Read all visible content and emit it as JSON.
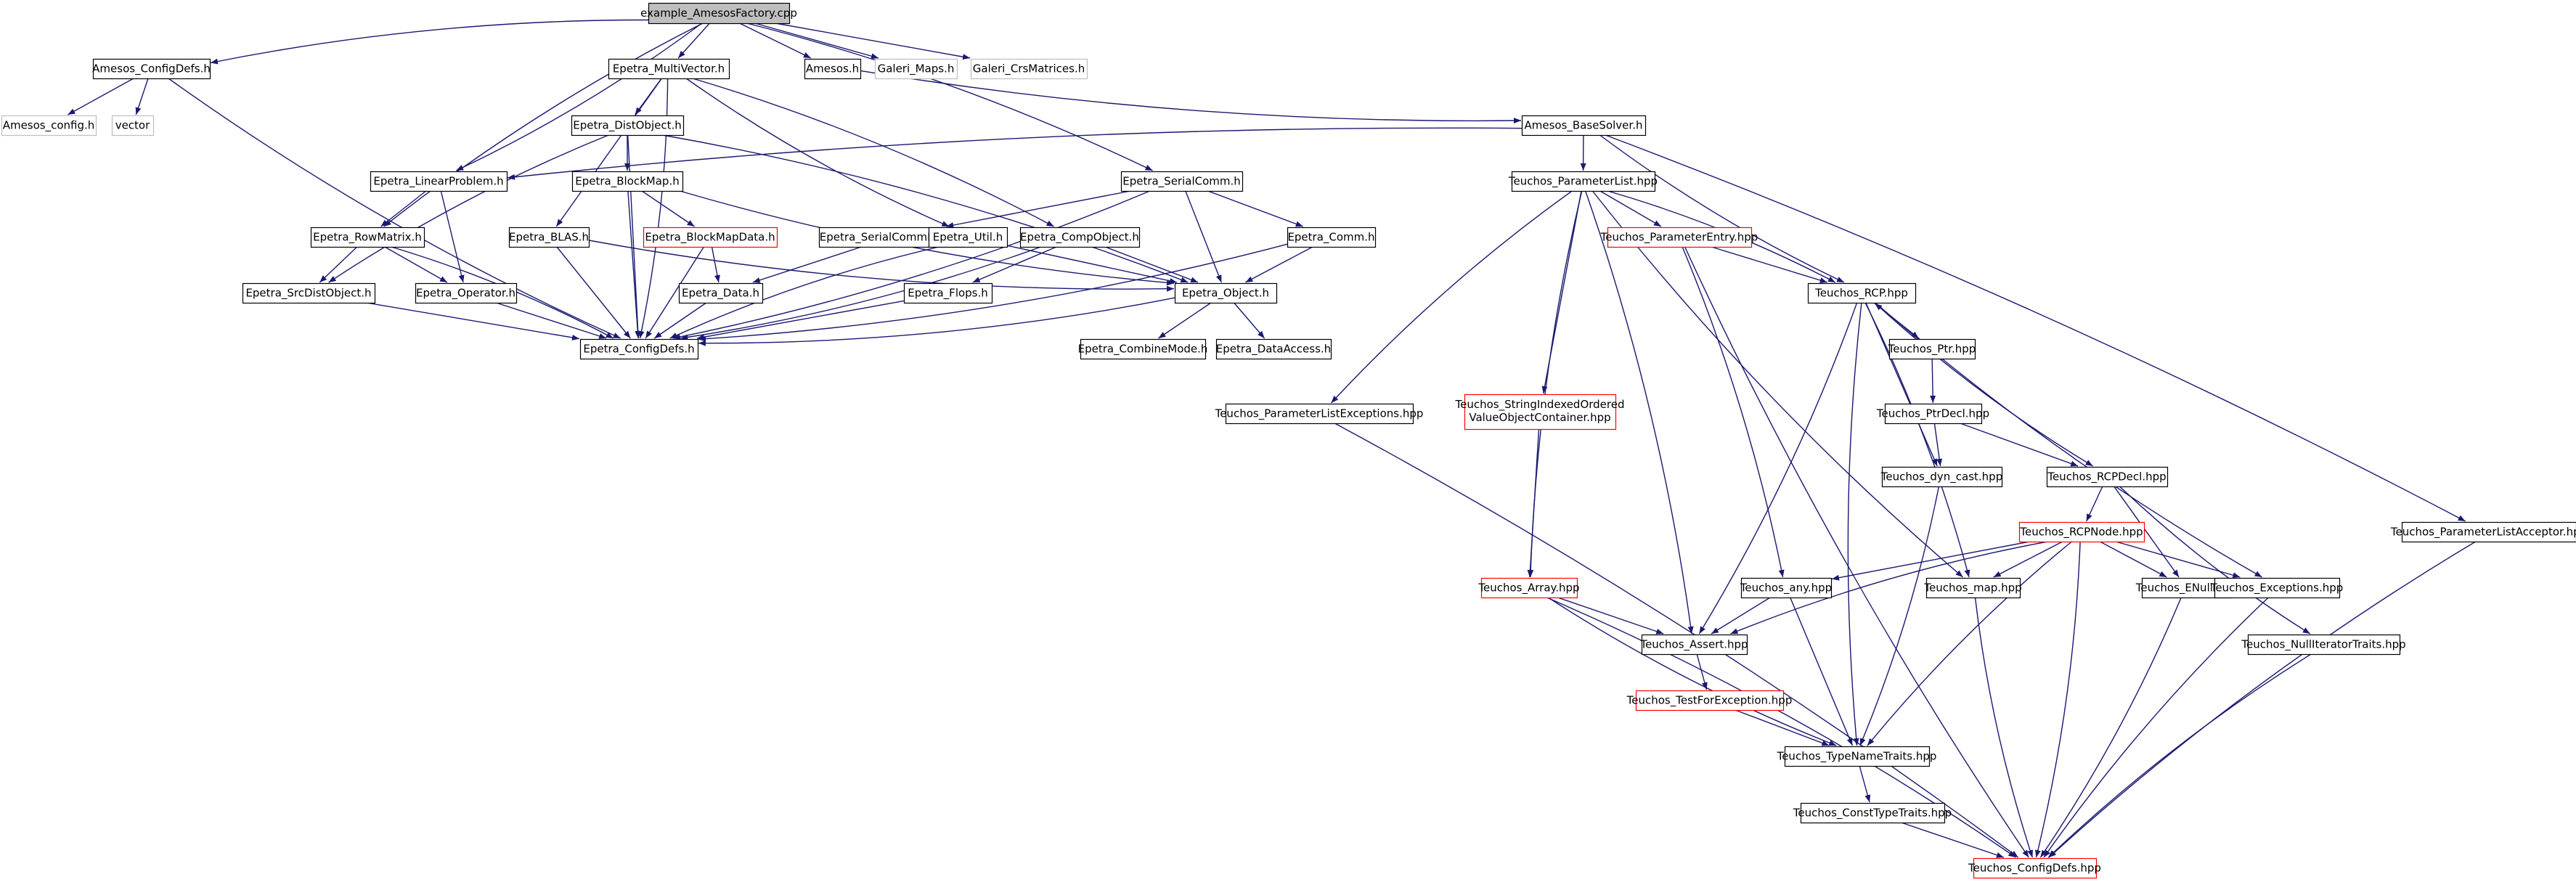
{
  "colors": {
    "edge": "#191970",
    "root_fill": "#bfbfbf",
    "node_border": "#000000",
    "red_border": "#ff0000",
    "grey_border": "#bfbfbf",
    "grey_text": "#7f7f7f",
    "text": "#000000"
  },
  "nodes": [
    {
      "id": "root",
      "label": "example_AmesosFactory.cpp",
      "style": "root"
    },
    {
      "id": "amesos_configdefs",
      "label": "Amesos_ConfigDefs.h",
      "style": "black"
    },
    {
      "id": "amesos_config",
      "label": "Amesos_config.h",
      "style": "grey"
    },
    {
      "id": "vector",
      "label": "vector",
      "style": "grey"
    },
    {
      "id": "epetra_multivector",
      "label": "Epetra_MultiVector.h",
      "style": "black"
    },
    {
      "id": "amesos_h",
      "label": "Amesos.h",
      "style": "black"
    },
    {
      "id": "galeri_maps",
      "label": "Galeri_Maps.h",
      "style": "grey"
    },
    {
      "id": "galeri_crs",
      "label": "Galeri_CrsMatrices.h",
      "style": "grey"
    },
    {
      "id": "epetra_distobject",
      "label": "Epetra_DistObject.h",
      "style": "black"
    },
    {
      "id": "amesos_basesolver",
      "label": "Amesos_BaseSolver.h",
      "style": "black"
    },
    {
      "id": "epetra_linearproblem",
      "label": "Epetra_LinearProblem.h",
      "style": "black"
    },
    {
      "id": "epetra_blockmap",
      "label": "Epetra_BlockMap.h",
      "style": "black"
    },
    {
      "id": "epetra_serialcomm",
      "label": "Epetra_SerialComm.h",
      "style": "black"
    },
    {
      "id": "teuchos_parameterlist",
      "label": "Teuchos_ParameterList.hpp",
      "style": "black"
    },
    {
      "id": "epetra_rowmatrix",
      "label": "Epetra_RowMatrix.h",
      "style": "black"
    },
    {
      "id": "epetra_blas",
      "label": "Epetra_BLAS.h",
      "style": "black"
    },
    {
      "id": "epetra_blockmapdata",
      "label": "Epetra_BlockMapData.h",
      "style": "red"
    },
    {
      "id": "epetra_serialcommdata",
      "label": "Epetra_SerialCommData.h",
      "style": "black"
    },
    {
      "id": "epetra_util",
      "label": "Epetra_Util.h",
      "style": "black"
    },
    {
      "id": "epetra_compobject",
      "label": "Epetra_CompObject.h",
      "style": "black"
    },
    {
      "id": "epetra_comm",
      "label": "Epetra_Comm.h",
      "style": "black"
    },
    {
      "id": "teuchos_parameterentry",
      "label": "Teuchos_ParameterEntry.hpp",
      "style": "red"
    },
    {
      "id": "epetra_srcdistobject",
      "label": "Epetra_SrcDistObject.h",
      "style": "black"
    },
    {
      "id": "epetra_operator",
      "label": "Epetra_Operator.h",
      "style": "black"
    },
    {
      "id": "epetra_data",
      "label": "Epetra_Data.h",
      "style": "black"
    },
    {
      "id": "epetra_flops",
      "label": "Epetra_Flops.h",
      "style": "black"
    },
    {
      "id": "epetra_object",
      "label": "Epetra_Object.h",
      "style": "black"
    },
    {
      "id": "teuchos_rcp",
      "label": "Teuchos_RCP.hpp",
      "style": "black"
    },
    {
      "id": "epetra_configdefs",
      "label": "Epetra_ConfigDefs.h",
      "style": "black"
    },
    {
      "id": "epetra_combinemode",
      "label": "Epetra_CombineMode.h",
      "style": "black"
    },
    {
      "id": "epetra_dataaccess",
      "label": "Epetra_DataAccess.h",
      "style": "black"
    },
    {
      "id": "teuchos_ptr",
      "label": "Teuchos_Ptr.hpp",
      "style": "black"
    },
    {
      "id": "teuchos_plexceptions",
      "label": "Teuchos_ParameterListExceptions.hpp",
      "style": "black"
    },
    {
      "id": "teuchos_stringindexed",
      "label": "Teuchos_StringIndexedOrdered",
      "label2": "ValueObjectContainer.hpp",
      "style": "red"
    },
    {
      "id": "teuchos_ptrdecl",
      "label": "Teuchos_PtrDecl.hpp",
      "style": "black"
    },
    {
      "id": "teuchos_dyncast",
      "label": "Teuchos_dyn_cast.hpp",
      "style": "black"
    },
    {
      "id": "teuchos_rcpdecl",
      "label": "Teuchos_RCPDecl.hpp",
      "style": "black"
    },
    {
      "id": "teuchos_rcpnode",
      "label": "Teuchos_RCPNode.hpp",
      "style": "red"
    },
    {
      "id": "teuchos_placceptor",
      "label": "Teuchos_ParameterListAcceptor.hpp",
      "style": "black"
    },
    {
      "id": "teuchos_array",
      "label": "Teuchos_Array.hpp",
      "style": "red"
    },
    {
      "id": "teuchos_any",
      "label": "Teuchos_any.hpp",
      "style": "black"
    },
    {
      "id": "teuchos_map",
      "label": "Teuchos_map.hpp",
      "style": "black"
    },
    {
      "id": "teuchos_enull",
      "label": "Teuchos_ENull.hpp",
      "style": "black"
    },
    {
      "id": "teuchos_exceptions",
      "label": "Teuchos_Exceptions.hpp",
      "style": "black"
    },
    {
      "id": "teuchos_assert",
      "label": "Teuchos_Assert.hpp",
      "style": "black"
    },
    {
      "id": "teuchos_nulliter",
      "label": "Teuchos_NullIteratorTraits.hpp",
      "style": "black"
    },
    {
      "id": "teuchos_testforexc",
      "label": "Teuchos_TestForException.hpp",
      "style": "red"
    },
    {
      "id": "teuchos_typenametraits",
      "label": "Teuchos_TypeNameTraits.hpp",
      "style": "black"
    },
    {
      "id": "teuchos_consttypetraits",
      "label": "Teuchos_ConstTypeTraits.hpp",
      "style": "black"
    },
    {
      "id": "teuchos_configdefs",
      "label": "Teuchos_ConfigDefs.hpp",
      "style": "red"
    }
  ],
  "edges": [
    [
      "root",
      "amesos_configdefs"
    ],
    [
      "root",
      "epetra_multivector"
    ],
    [
      "root",
      "amesos_h"
    ],
    [
      "root",
      "galeri_maps"
    ],
    [
      "root",
      "galeri_crs"
    ],
    [
      "root",
      "epetra_linearproblem"
    ],
    [
      "root",
      "epetra_rowmatrix"
    ],
    [
      "root",
      "epetra_serialcomm"
    ],
    [
      "amesos_configdefs",
      "amesos_config"
    ],
    [
      "amesos_configdefs",
      "vector"
    ],
    [
      "amesos_configdefs",
      "epetra_configdefs"
    ],
    [
      "epetra_multivector",
      "epetra_distobject"
    ],
    [
      "epetra_multivector",
      "epetra_blas"
    ],
    [
      "epetra_multivector",
      "epetra_compobject"
    ],
    [
      "epetra_multivector",
      "epetra_util"
    ],
    [
      "epetra_multivector",
      "epetra_configdefs"
    ],
    [
      "amesos_h",
      "amesos_basesolver"
    ],
    [
      "epetra_distobject",
      "epetra_blockmap"
    ],
    [
      "epetra_distobject",
      "epetra_srcdistobject"
    ],
    [
      "epetra_distobject",
      "epetra_object"
    ],
    [
      "epetra_distobject",
      "epetra_configdefs"
    ],
    [
      "amesos_basesolver",
      "teuchos_parameterlist"
    ],
    [
      "amesos_basesolver",
      "teuchos_rcp"
    ],
    [
      "amesos_basesolver",
      "teuchos_placceptor"
    ],
    [
      "amesos_basesolver",
      "epetra_linearproblem"
    ],
    [
      "epetra_linearproblem",
      "epetra_rowmatrix"
    ],
    [
      "epetra_linearproblem",
      "epetra_operator"
    ],
    [
      "epetra_blockmap",
      "epetra_blockmapdata"
    ],
    [
      "epetra_blockmap",
      "epetra_object"
    ],
    [
      "epetra_blockmap",
      "epetra_configdefs"
    ],
    [
      "epetra_serialcomm",
      "epetra_serialcommdata"
    ],
    [
      "epetra_serialcomm",
      "epetra_comm"
    ],
    [
      "epetra_serialcomm",
      "epetra_object"
    ],
    [
      "epetra_serialcomm",
      "epetra_configdefs"
    ],
    [
      "teuchos_parameterlist",
      "teuchos_parameterentry"
    ],
    [
      "teuchos_parameterlist",
      "teuchos_rcp"
    ],
    [
      "teuchos_parameterlist",
      "teuchos_plexceptions"
    ],
    [
      "teuchos_parameterlist",
      "teuchos_stringindexed"
    ],
    [
      "teuchos_parameterlist",
      "teuchos_array"
    ],
    [
      "teuchos_parameterlist",
      "teuchos_assert"
    ],
    [
      "teuchos_parameterlist",
      "teuchos_map"
    ],
    [
      "epetra_rowmatrix",
      "epetra_srcdistobject"
    ],
    [
      "epetra_rowmatrix",
      "epetra_operator"
    ],
    [
      "epetra_rowmatrix",
      "epetra_configdefs"
    ],
    [
      "epetra_blas",
      "epetra_object"
    ],
    [
      "epetra_blas",
      "epetra_configdefs"
    ],
    [
      "epetra_blockmapdata",
      "epetra_data"
    ],
    [
      "epetra_blockmapdata",
      "epetra_configdefs"
    ],
    [
      "epetra_serialcommdata",
      "epetra_data"
    ],
    [
      "epetra_util",
      "epetra_object"
    ],
    [
      "epetra_util",
      "epetra_configdefs"
    ],
    [
      "epetra_compobject",
      "epetra_flops"
    ],
    [
      "epetra_compobject",
      "epetra_object"
    ],
    [
      "epetra_compobject",
      "epetra_configdefs"
    ],
    [
      "epetra_comm",
      "epetra_object"
    ],
    [
      "epetra_comm",
      "epetra_configdefs"
    ],
    [
      "teuchos_parameterentry",
      "teuchos_rcp"
    ],
    [
      "teuchos_parameterentry",
      "teuchos_any"
    ],
    [
      "teuchos_parameterentry",
      "teuchos_configdefs"
    ],
    [
      "epetra_srcdistobject",
      "epetra_configdefs"
    ],
    [
      "epetra_operator",
      "epetra_configdefs"
    ],
    [
      "epetra_data",
      "epetra_configdefs"
    ],
    [
      "epetra_flops",
      "epetra_configdefs"
    ],
    [
      "epetra_object",
      "epetra_combinemode"
    ],
    [
      "epetra_object",
      "epetra_dataaccess"
    ],
    [
      "epetra_object",
      "epetra_configdefs"
    ],
    [
      "teuchos_rcp",
      "teuchos_ptr"
    ],
    [
      "teuchos_rcp",
      "teuchos_dyncast"
    ],
    [
      "teuchos_rcp",
      "teuchos_rcpdecl"
    ],
    [
      "teuchos_rcp",
      "teuchos_assert"
    ],
    [
      "teuchos_rcp",
      "teuchos_typenametraits"
    ],
    [
      "teuchos_rcp",
      "teuchos_map"
    ],
    [
      "teuchos_rcp",
      "teuchos_exceptions"
    ],
    [
      "teuchos_ptr",
      "teuchos_rcp"
    ],
    [
      "teuchos_ptr",
      "teuchos_ptrdecl"
    ],
    [
      "teuchos_plexceptions",
      "teuchos_configdefs"
    ],
    [
      "teuchos_stringindexed",
      "teuchos_array"
    ],
    [
      "teuchos_ptrdecl",
      "teuchos_dyncast"
    ],
    [
      "teuchos_ptrdecl",
      "teuchos_rcpdecl"
    ],
    [
      "teuchos_dyncast",
      "teuchos_typenametraits"
    ],
    [
      "teuchos_rcpdecl",
      "teuchos_rcpnode"
    ],
    [
      "teuchos_rcpdecl",
      "teuchos_enull"
    ],
    [
      "teuchos_rcpdecl",
      "teuchos_nulliter"
    ],
    [
      "teuchos_rcpnode",
      "teuchos_any"
    ],
    [
      "teuchos_rcpnode",
      "teuchos_assert"
    ],
    [
      "teuchos_rcpnode",
      "teuchos_map"
    ],
    [
      "teuchos_rcpnode",
      "teuchos_enull"
    ],
    [
      "teuchos_rcpnode",
      "teuchos_exceptions"
    ],
    [
      "teuchos_rcpnode",
      "teuchos_typenametraits"
    ],
    [
      "teuchos_rcpnode",
      "teuchos_configdefs"
    ],
    [
      "teuchos_placceptor",
      "teuchos_configdefs"
    ],
    [
      "teuchos_array",
      "teuchos_assert"
    ],
    [
      "teuchos_array",
      "teuchos_typenametraits"
    ],
    [
      "teuchos_array",
      "teuchos_configdefs"
    ],
    [
      "teuchos_any",
      "teuchos_assert"
    ],
    [
      "teuchos_any",
      "teuchos_typenametraits"
    ],
    [
      "teuchos_map",
      "teuchos_configdefs"
    ],
    [
      "teuchos_enull",
      "teuchos_configdefs"
    ],
    [
      "teuchos_exceptions",
      "teuchos_configdefs"
    ],
    [
      "teuchos_assert",
      "teuchos_testforexc"
    ],
    [
      "teuchos_nulliter",
      "teuchos_configdefs"
    ],
    [
      "teuchos_testforexc",
      "teuchos_typenametraits"
    ],
    [
      "teuchos_typenametraits",
      "teuchos_consttypetraits"
    ],
    [
      "teuchos_consttypetraits",
      "teuchos_configdefs"
    ]
  ]
}
